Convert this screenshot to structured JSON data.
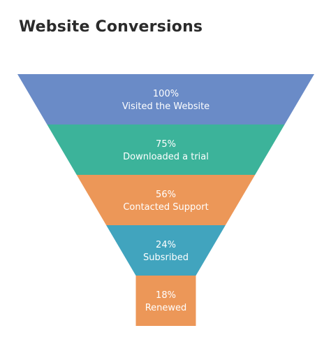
{
  "chart_data": {
    "type": "funnel",
    "title": "Website Conversions",
    "stages": [
      {
        "value_label": "100%",
        "label": "Visited the Website",
        "value": 100,
        "color": "#6a8bc7"
      },
      {
        "value_label": "75%",
        "label": "Downloaded a trial",
        "value": 75,
        "color": "#3cb39a"
      },
      {
        "value_label": "56%",
        "label": "Contacted Support",
        "value": 56,
        "color": "#ec9758"
      },
      {
        "value_label": "24%",
        "label": "Subsribed",
        "value": 24,
        "color": "#41a4be"
      },
      {
        "value_label": "18%",
        "label": "Renewed",
        "value": 18,
        "color": "#ec9758"
      }
    ]
  }
}
